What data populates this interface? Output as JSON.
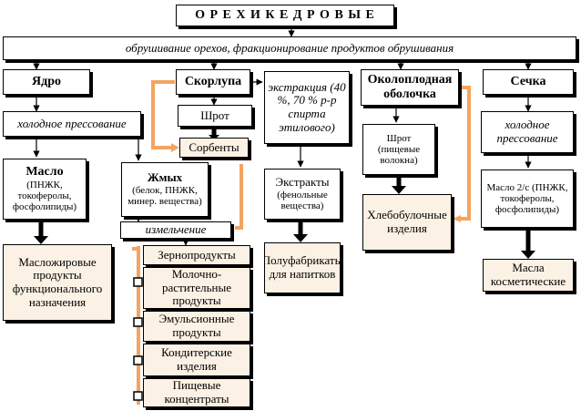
{
  "colors": {
    "orange": "#f4a460",
    "beige": "#fbf1e4",
    "stroke": "#000000"
  },
  "title": "О Р Е Х И   К Е Д Р О В Ы Е",
  "process": "обрушивание орехов,  фракционирование  продуктов  обрушивания",
  "nodes": {
    "yadro": "Ядро",
    "skorlupa": "Скорлупа",
    "obolochka": "Околоплодная оболочка",
    "sechka": "Сечка",
    "ekstrakciya": "экстракция (40 %, 70 % р-р спирта этилового)",
    "holodnoe_1": "холодное прессование",
    "holodnoe_2": "холодное прессование",
    "shrot_1": "Шрот",
    "sorbenty": "Сорбенты",
    "shrot_2": "Шрот (пищевые волокна)",
    "maslo": "Масло",
    "maslo_detail": "(ПНЖК, токоферолы, фосфолипиды)",
    "zhmyh": "Жмых",
    "zhmyh_detail": "(белок, ПНЖК, минер. вещества)",
    "ekstrakty": "Экстракты",
    "ekstrakty_detail": "(фенольные вещества)",
    "hlebobulochnye": "Хлебобулочные изделия",
    "maslo2": "Масло 2/с (ПНЖК, токоферолы, фосфолипиды)",
    "izmelchenie": "измельчение",
    "maslozhirovye": "Масложировые продукты функционального назначения",
    "polufabrikaty": "Полуфабрикаты для напитков",
    "maslo_kosm": "Масла косметические",
    "zernoprodukty": "Зернопродукты",
    "molochno": "Молочно-растительные продукты",
    "emulsionnye": "Эмульсионные продукты",
    "konditerskie": "Кондитерские изделия",
    "pishchevye": "Пищевые концентраты"
  }
}
